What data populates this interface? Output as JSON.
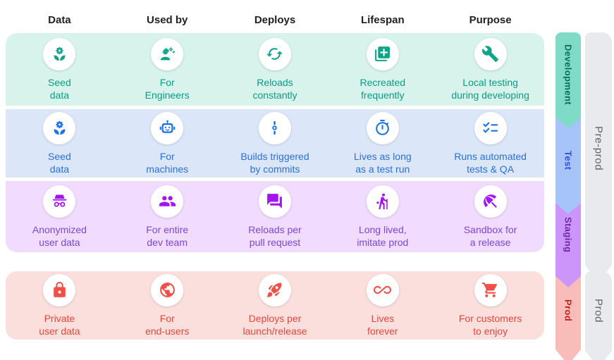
{
  "columns": [
    "Data",
    "Used by",
    "Deploys",
    "Lifespan",
    "Purpose"
  ],
  "rows": [
    {
      "label": "Development",
      "cells": [
        {
          "icon": "sprout-icon",
          "text": "Seed\ndata"
        },
        {
          "icon": "engineer-icon",
          "text": "For\nEngineers"
        },
        {
          "icon": "reload-icon",
          "text": "Reloads\nconstantly"
        },
        {
          "icon": "add-copy-icon",
          "text": "Recreated\nfrequently"
        },
        {
          "icon": "wrench-icon",
          "text": "Local testing\nduring developing"
        }
      ]
    },
    {
      "label": "Test",
      "cells": [
        {
          "icon": "sprout-icon",
          "text": "Seed\ndata"
        },
        {
          "icon": "robot-icon",
          "text": "For\nmachines"
        },
        {
          "icon": "commit-icon",
          "text": "Builds triggered\nby commits"
        },
        {
          "icon": "timer-icon",
          "text": "Lives as long\nas a test run"
        },
        {
          "icon": "checklist-icon",
          "text": "Runs automated\ntests & QA"
        }
      ]
    },
    {
      "label": "Staging",
      "cells": [
        {
          "icon": "incognito-icon",
          "text": "Anonymized\nuser data"
        },
        {
          "icon": "team-icon",
          "text": "For entire\ndev team"
        },
        {
          "icon": "chat-icon",
          "text": "Reloads per\npull request"
        },
        {
          "icon": "hiker-icon",
          "text": "Long lived,\nimitate prod"
        },
        {
          "icon": "umbrella-icon",
          "text": "Sandbox for\na release"
        }
      ]
    },
    {
      "label": "Prod",
      "cells": [
        {
          "icon": "lock-icon",
          "text": "Private\nuser data"
        },
        {
          "icon": "globe-icon",
          "text": "For\nend-users"
        },
        {
          "icon": "rocket-icon",
          "text": "Deploys per\nlaunch/release"
        },
        {
          "icon": "infinity-icon",
          "text": "Lives\nforever"
        },
        {
          "icon": "cart-icon",
          "text": "For customers\nto enjoy"
        }
      ]
    }
  ],
  "groups": [
    {
      "label": "Pre-prod"
    },
    {
      "label": "Prod"
    }
  ],
  "colors": {
    "development": {
      "row_bg": "#D7F3EB",
      "accent": "#0A9D84",
      "ribbon": "#7FDAC6",
      "ribbon_text": "#066E5E"
    },
    "test": {
      "row_bg": "#DBE7F9",
      "accent": "#2A6FE0",
      "ribbon": "#A6C4F7",
      "ribbon_text": "#2B4EEB"
    },
    "staging": {
      "row_bg": "#F1DBFE",
      "accent": "#7C46D6",
      "icon_accent": "#A215F0",
      "ribbon": "#CC95F9",
      "ribbon_text": "#6D28A8"
    },
    "prod": {
      "row_bg": "#FBDFDD",
      "accent": "#E8453C",
      "ribbon": "#F8BDB8",
      "ribbon_text": "#C5221F"
    },
    "group": {
      "bg": "#E8EAED",
      "text": "#5F6368"
    },
    "header_text": "#202124"
  }
}
